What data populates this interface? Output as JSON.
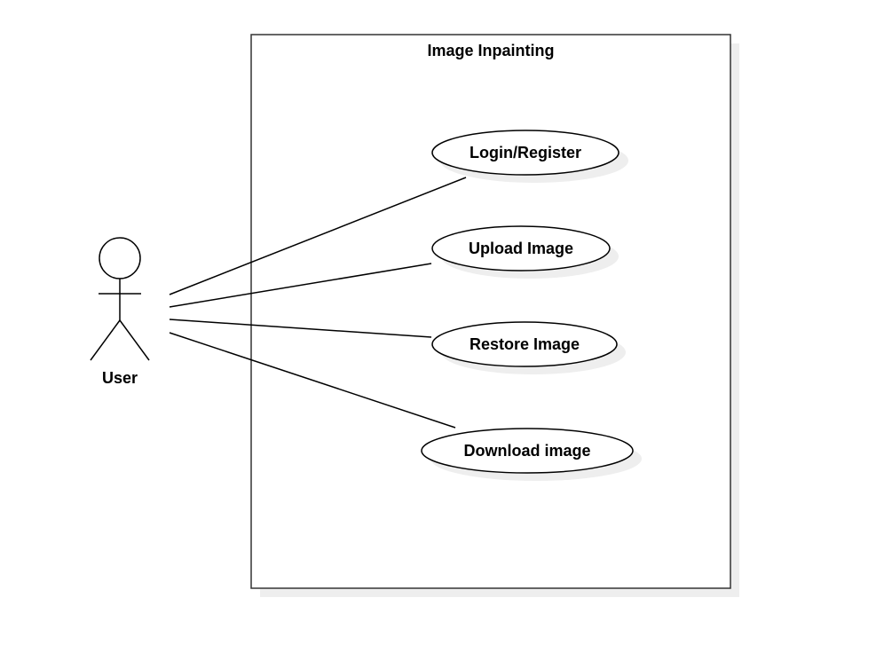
{
  "system": {
    "title": "Image Inpainting"
  },
  "actor": {
    "label": "User"
  },
  "use_cases": [
    {
      "label": "Login/Register"
    },
    {
      "label": "Upload Image"
    },
    {
      "label": "Restore Image"
    },
    {
      "label": "Download image"
    }
  ],
  "colors": {
    "stroke": "#000000",
    "boundary_stroke": "#333333",
    "shadow": "#eeeeee",
    "fill": "#ffffff"
  }
}
